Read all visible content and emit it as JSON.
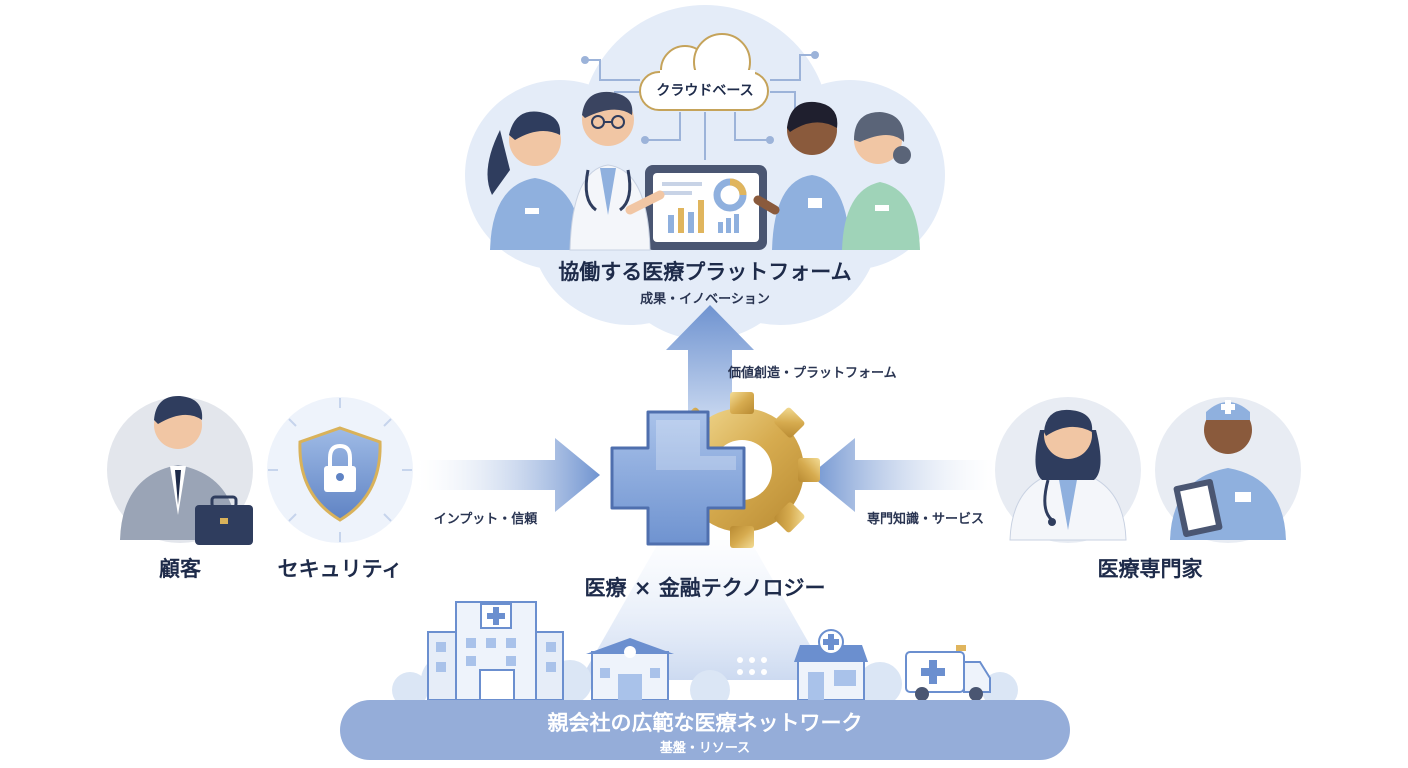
{
  "cloud": {
    "tag": "クラウドベース",
    "title": "協働する医療プラットフォーム",
    "subtitle": "成果・イノベーション"
  },
  "center": {
    "title": "医療 × 金融テクノロジー",
    "up_label": "価値創造・プラットフォーム",
    "left_label": "インプット・信頼",
    "right_label": "専門知識・サービス"
  },
  "left": {
    "customer": "顧客",
    "security": "セキュリティ"
  },
  "right": {
    "professionals": "医療専門家"
  },
  "bottom": {
    "title": "親会社の広範な医療ネットワーク",
    "subtitle": "基盤・リソース"
  },
  "colors": {
    "accent_blue": "#6b8fcf",
    "light_blue": "#dbe6f5",
    "gold": "#d9b25a",
    "navy": "#1e2b4a",
    "scrub_blue": "#8fb0de",
    "scrub_green": "#9fd3b8"
  }
}
